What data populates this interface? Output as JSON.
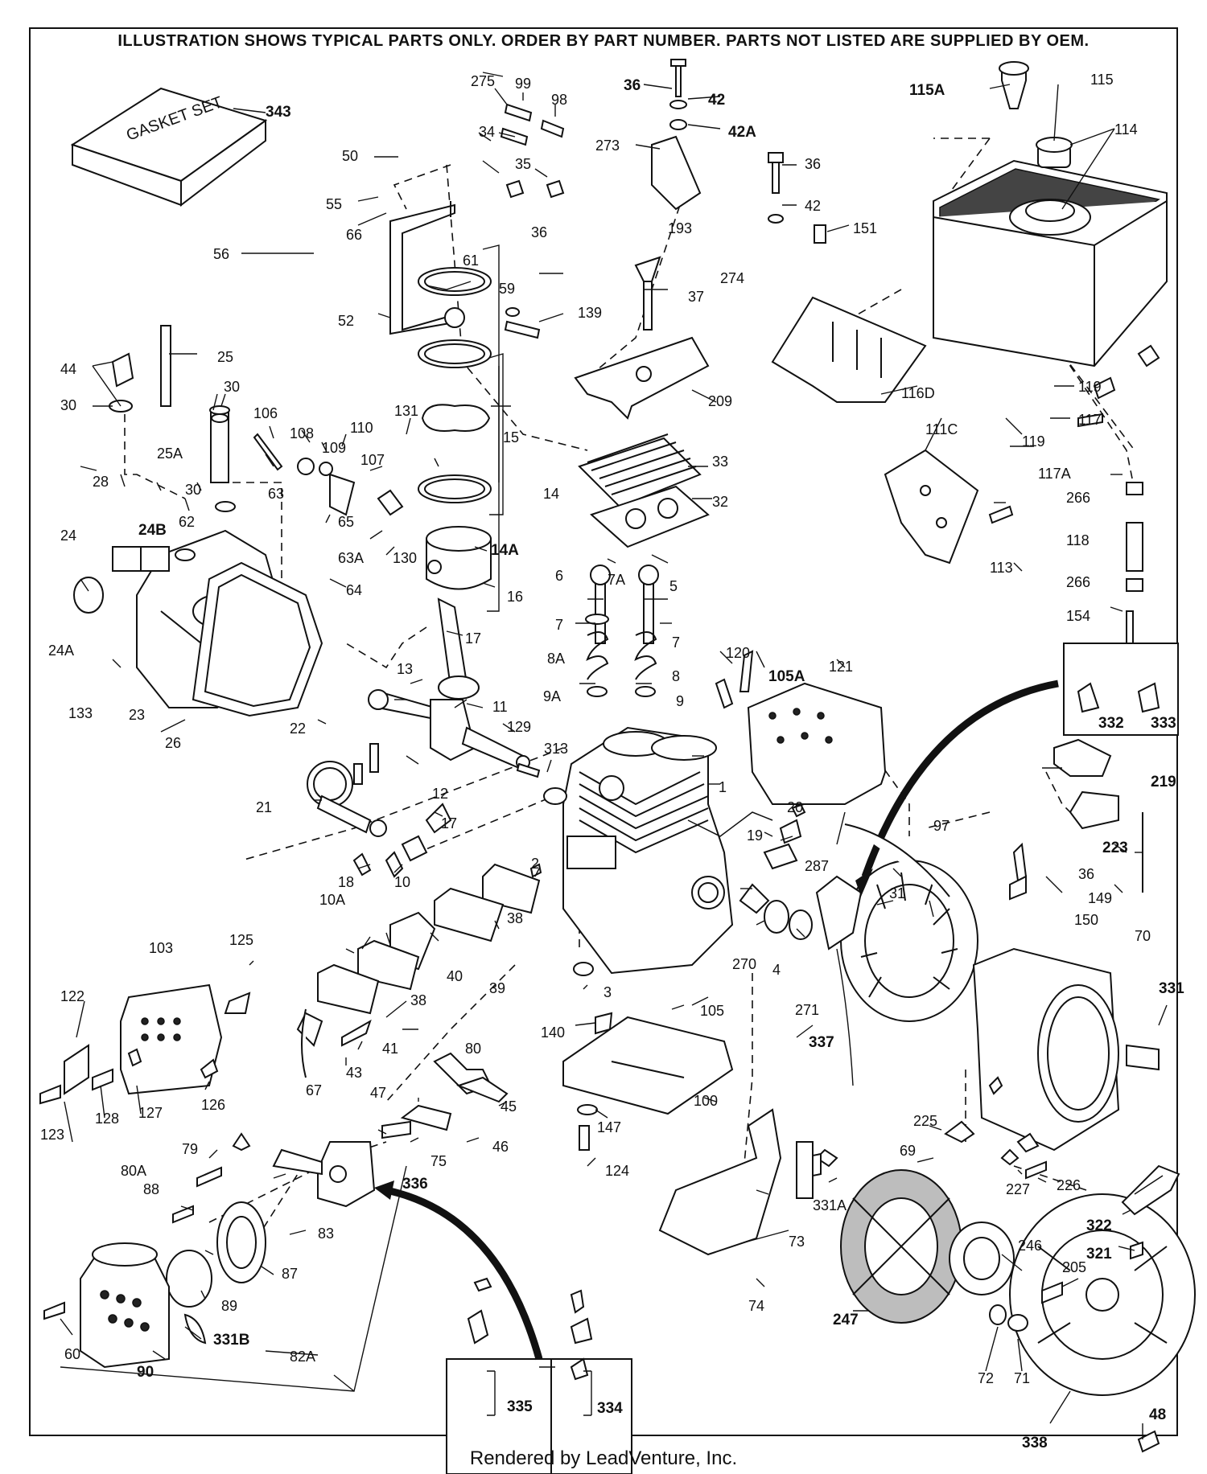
{
  "header": {
    "notice": "ILLUSTRATION SHOWS TYPICAL PARTS ONLY. ORDER BY PART NUMBER. PARTS NOT LISTED ARE SUPPLIED BY OEM."
  },
  "gasket_box_text": "GASKET SET",
  "footer": {
    "credit": "Rendered by LeadVenture, Inc."
  },
  "callouts": {
    "p343": "343",
    "p275": "275",
    "p99": "99",
    "p98": "98",
    "p34": "34",
    "p35": "35",
    "p273": "273",
    "p36a": "36",
    "p42a": "42",
    "p42A": "42A",
    "p36b": "36",
    "p42b": "42",
    "p151": "151",
    "p115A": "115A",
    "p115": "115",
    "p114": "114",
    "p50": "50",
    "p55": "55",
    "p66": "66",
    "p56": "56",
    "p36c": "36",
    "p193": "193",
    "p274": "274",
    "p61": "61",
    "p59": "59",
    "p37": "37",
    "p52": "52",
    "p139": "139",
    "p116D": "116D",
    "p44": "44",
    "p25": "25",
    "p30a": "30",
    "p30b": "30",
    "p209": "209",
    "p119a": "119",
    "p117": "117",
    "p119b": "119",
    "p117A": "117A",
    "p106": "106",
    "p108": "108",
    "p109": "109",
    "p110": "110",
    "p131": "131",
    "p15": "15",
    "p25A": "25A",
    "p107": "107",
    "p33": "33",
    "p111C": "111C",
    "p30c": "30",
    "p14": "14",
    "p32": "32",
    "p266a": "266",
    "p28": "28",
    "p63": "63",
    "p24B": "24B",
    "p62": "62",
    "p65": "65",
    "p130": "130",
    "p14A": "14A",
    "p113": "113",
    "p118": "118",
    "p24": "24",
    "p63A": "63A",
    "p16": "16",
    "p6": "6",
    "p7A": "7A",
    "p5": "5",
    "p266b": "266",
    "p64": "64",
    "p24A": "24A",
    "p17a": "17",
    "p7a": "7",
    "p7b": "7",
    "p154": "154",
    "p8A": "8A",
    "p8": "8",
    "p120": "120",
    "p105A": "105A",
    "p121": "121",
    "p133": "133",
    "p13": "13",
    "p9A": "9A",
    "p9": "9",
    "p11": "11",
    "p332": "332",
    "p333": "333",
    "p23": "23",
    "p22": "22",
    "p129": "129",
    "p313": "313",
    "p26": "26",
    "p12": "12",
    "p219": "219",
    "p1": "1",
    "p21": "21",
    "p17b": "17",
    "p20": "20",
    "p97": "97",
    "p19": "19",
    "p223": "223",
    "p18": "18",
    "p10": "10",
    "p287": "287",
    "p36d": "36",
    "p10A": "10A",
    "p2": "2",
    "p31": "31",
    "p149": "149",
    "p150": "150",
    "p70": "70",
    "p125": "125",
    "p103": "103",
    "p38a": "38",
    "p39": "39",
    "p270": "270",
    "p4": "4",
    "p40": "40",
    "p3": "3",
    "p105": "105",
    "p331": "331",
    "p122": "122",
    "p38b": "38",
    "p271": "271",
    "p41": "41",
    "p140": "140",
    "p43": "43",
    "p80a": "80",
    "p337": "337",
    "p67": "67",
    "p100": "100",
    "p45": "45",
    "p47": "47",
    "p127": "127",
    "p126": "126",
    "p123": "123",
    "p128": "128",
    "p147": "147",
    "p46": "46",
    "p79": "79",
    "p75": "75",
    "p124": "124",
    "p225": "225",
    "p69": "69",
    "p227": "227",
    "p226": "226",
    "p80A": "80A",
    "p336": "336",
    "p88": "88",
    "p331A": "331A",
    "p83": "83",
    "p73": "73",
    "p322": "322",
    "p321": "321",
    "p246": "246",
    "p87": "87",
    "p89": "89",
    "p205": "205",
    "p331B": "331B",
    "p74": "74",
    "p247": "247",
    "p60": "60",
    "p82A": "82A",
    "p90": "90",
    "p71": "71",
    "p72": "72",
    "p335": "335",
    "p334": "334",
    "p48": "48",
    "p338": "338"
  }
}
